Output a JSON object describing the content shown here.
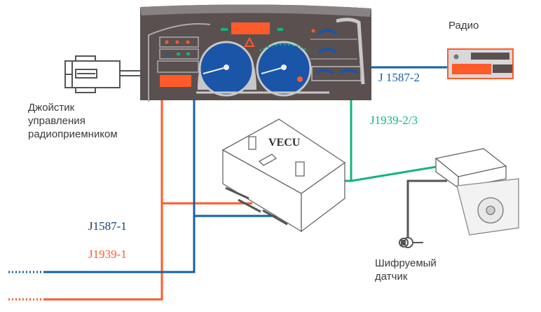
{
  "diagram": {
    "title": "Vehicle network diagram",
    "components": {
      "joystick": {
        "label_lines": [
          "Джойстик",
          "управления",
          "радиоприемником"
        ]
      },
      "radio": {
        "label": "Радио"
      },
      "vecu": {
        "label": "VECU"
      },
      "sensor": {
        "label_lines": [
          "Шифруемый",
          "датчик"
        ]
      },
      "instrument_cluster": {
        "label": ""
      },
      "tachograph": {
        "label": ""
      }
    },
    "buses": {
      "j1587_1": {
        "label": "J1587-1",
        "color": "#1560a8"
      },
      "j1939_1": {
        "label": "J1939-1",
        "color": "#ff5a2a"
      },
      "j1587_2": {
        "label": "J 1587-2",
        "color": "#1560a8"
      },
      "j1939_2_3": {
        "label": "J1939-2/3",
        "color": "#14b47a"
      }
    },
    "colors": {
      "dashboard_body": "#5a5050",
      "gauge_face": "#1a55a8",
      "display_orange": "#ff5a2a",
      "device_outline": "#555555"
    }
  }
}
